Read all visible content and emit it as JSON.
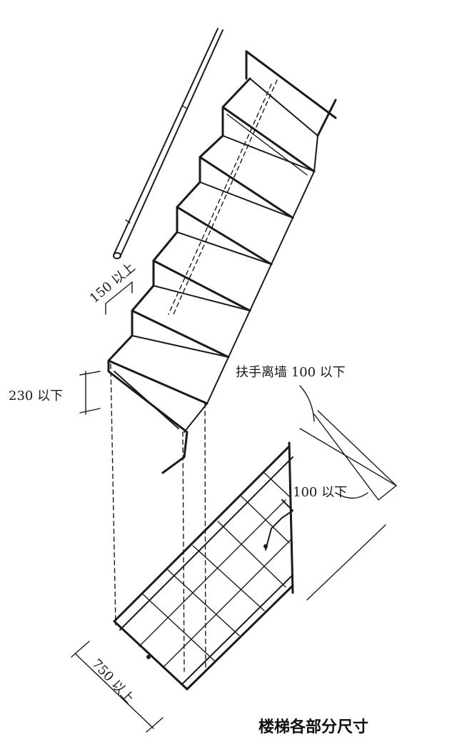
{
  "caption": "楼梯各部分尺寸",
  "labels": {
    "handrail_gap": "150 以上",
    "riser_height": "230 以下",
    "handrail_wall": "扶手离墙 100 以下",
    "side_gap": "100 以下",
    "width": "750 以上"
  }
}
